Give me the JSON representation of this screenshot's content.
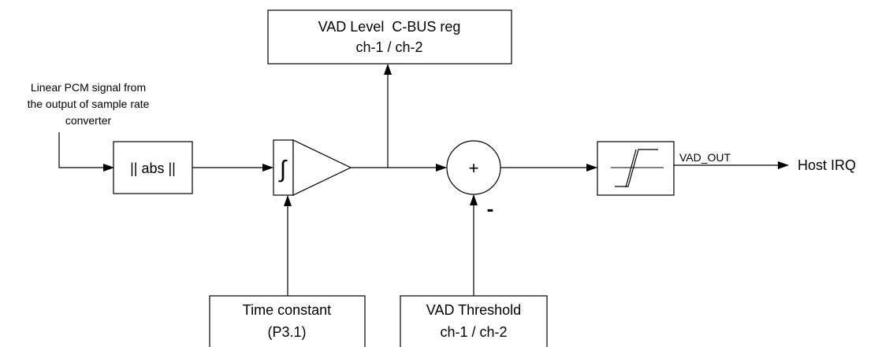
{
  "blocks": {
    "vad_level": {
      "line1": "VAD Level  C-BUS reg",
      "line2": "ch-1 / ch-2"
    },
    "abs": {
      "label": "|| abs ||"
    },
    "integrator": {
      "symbol": "∫"
    },
    "summer": {
      "plus": "+",
      "minus": "-"
    },
    "time_constant": {
      "line1": "Time constant",
      "line2": "(P3.1)"
    },
    "vad_threshold": {
      "line1": "VAD Threshold",
      "line2": "ch-1 / ch-2"
    }
  },
  "input_note": {
    "line1": "Linear PCM signal from",
    "line2": "the output of sample rate",
    "line3": "converter"
  },
  "signals": {
    "vad_out": "VAD_OUT",
    "host_irq": "Host IRQ"
  }
}
